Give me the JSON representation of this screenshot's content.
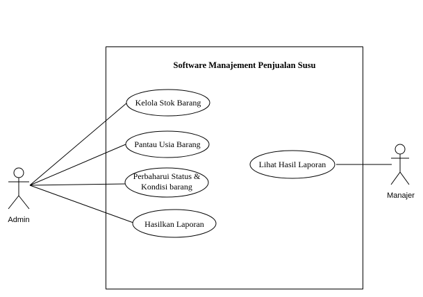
{
  "system": {
    "title": "Software Manajement Penjualan Susu"
  },
  "actors": {
    "admin": {
      "label": "Admin"
    },
    "manager": {
      "label": "Manajer"
    }
  },
  "use_cases": {
    "kelola_stok": {
      "label": "Kelola Stok Barang"
    },
    "pantau_usia": {
      "label": "Pantau Usia Barang"
    },
    "perbaharui_status": {
      "line1": "Perbaharui Status &",
      "line2": "Kondisi barang"
    },
    "hasilkan_laporan": {
      "label": "Hasilkan Laporan"
    },
    "lihat_hasil": {
      "label": "Lihat Hasil Laporan"
    }
  },
  "colors": {
    "stroke": "#000000",
    "fill": "#ffffff",
    "text": "#000000"
  }
}
